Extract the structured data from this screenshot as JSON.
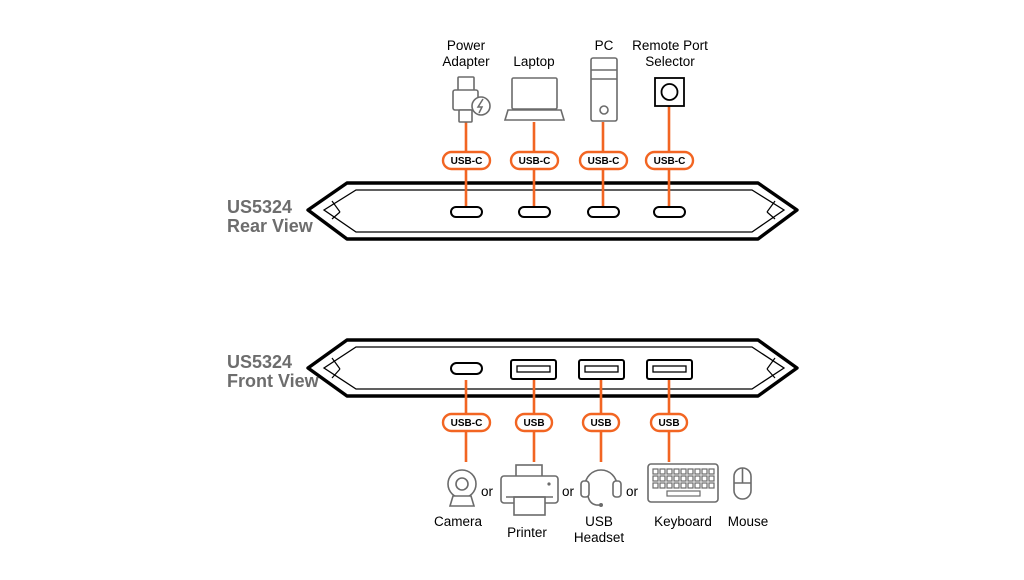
{
  "colors": {
    "accent": "#f26522",
    "icon_gray": "#6b6b6b",
    "title_gray": "#6d6d6d"
  },
  "rear": {
    "model": "US5324",
    "view": "Rear View",
    "connections": [
      {
        "label_lines": [
          "Power",
          "Adapter"
        ],
        "port": "USB-C",
        "icon": "power-adapter-icon"
      },
      {
        "label_lines": [
          "Laptop"
        ],
        "port": "USB-C",
        "icon": "laptop-icon"
      },
      {
        "label_lines": [
          "PC"
        ],
        "port": "USB-C",
        "icon": "pc-tower-icon"
      },
      {
        "label_lines": [
          "Remote Port",
          "Selector"
        ],
        "port": "USB-C",
        "icon": "remote-port-selector-icon"
      }
    ]
  },
  "front": {
    "model": "US5324",
    "view": "Front View",
    "connections": [
      {
        "port": "USB-C",
        "port_type": "usb-c"
      },
      {
        "port": "USB",
        "port_type": "usb-a"
      },
      {
        "port": "USB",
        "port_type": "usb-a"
      },
      {
        "port": "USB",
        "port_type": "usb-a"
      }
    ],
    "devices": [
      {
        "label_lines": [
          "Camera"
        ],
        "icon": "webcam-icon"
      },
      {
        "label_lines": [
          "Printer"
        ],
        "icon": "printer-icon"
      },
      {
        "label_lines": [
          "USB",
          "Headset"
        ],
        "icon": "headset-icon"
      },
      {
        "label_lines": [
          "Keyboard"
        ],
        "icon": "keyboard-icon"
      },
      {
        "label_lines": [
          "Mouse"
        ],
        "icon": "mouse-icon"
      }
    ],
    "separator": "or"
  }
}
